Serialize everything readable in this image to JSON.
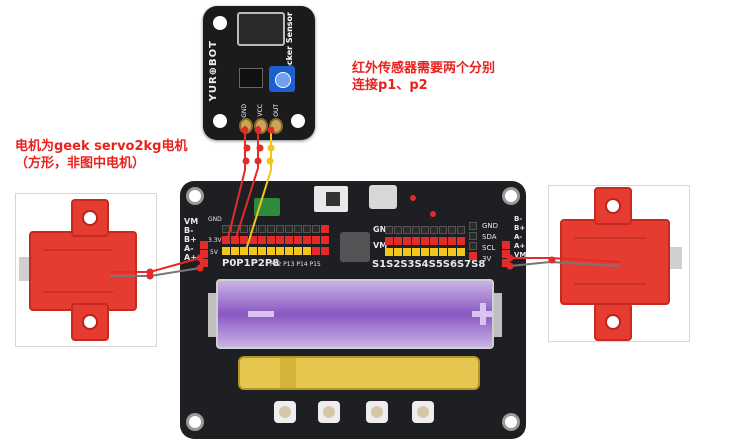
{
  "annotations": {
    "sensor_note": "红外传感器需要两个分别连接p1、p2",
    "motor_note": "电机为geek servo2kg电机（方形，非图中电机）"
  },
  "sensor": {
    "title": "Tracker Sensor",
    "brand": "YUR⊕BOT",
    "pins": [
      "GND",
      "VCC",
      "OUT"
    ]
  },
  "board": {
    "left_labels": [
      "VM",
      "B-",
      "B+",
      "A-",
      "A+"
    ],
    "right_labels": [
      "GND",
      "SDA",
      "SCL",
      "3V"
    ],
    "right_motor_labels": [
      "B-",
      "B+",
      "A-",
      "A+",
      "VM"
    ],
    "bottom_left_pins": "P0P1P2P8",
    "bottom_left_small": "P12 P13 P14 P15",
    "bottom_right_pins": "S1S2S3S4S5S6S7S8",
    "gnd_label": "GND",
    "vm_label": "VM",
    "v33_label": "3.3V",
    "v5_label": "5V",
    "gnd_small": "GND"
  },
  "colors": {
    "annotation": "#e8231e",
    "board": "#1e1f22",
    "motor": "#e63b30",
    "battery": "#a47cd1",
    "wire_red": "#e32b28",
    "wire_yellow": "#f1c61a"
  }
}
